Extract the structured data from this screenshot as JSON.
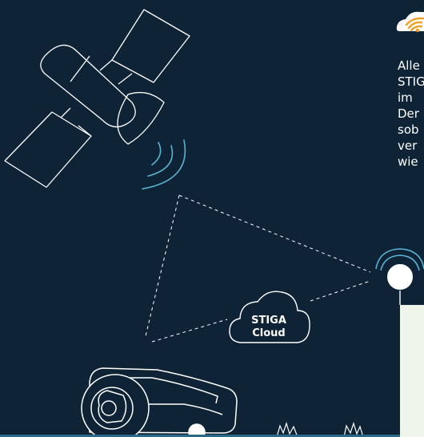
{
  "cloud": {
    "line1": "STIGA",
    "line2": "Cloud"
  },
  "paragraph": {
    "lines": [
      "Alle",
      "STIG",
      "im",
      "Der",
      "sob",
      "ver",
      "wie"
    ]
  },
  "colors": {
    "background": "#0f2336",
    "line": "#ffffff",
    "signal": "#5ab4d4",
    "wifi_orange": "#f0a020",
    "grass": "#2a6a88",
    "panel": "#eef5ea"
  }
}
